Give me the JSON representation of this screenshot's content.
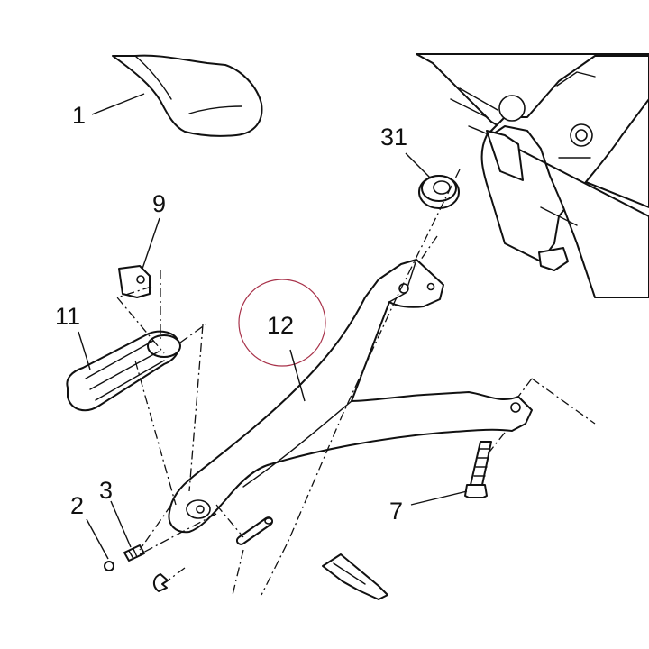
{
  "callouts": [
    {
      "id": "p1",
      "label": "1"
    },
    {
      "id": "p2",
      "label": "2"
    },
    {
      "id": "p3",
      "label": "3"
    },
    {
      "id": "p7",
      "label": "7"
    },
    {
      "id": "p9",
      "label": "9"
    },
    {
      "id": "p11",
      "label": "11"
    },
    {
      "id": "p12",
      "label": "12",
      "highlight_color": "#a8324a"
    },
    {
      "id": "p31",
      "label": "31"
    }
  ]
}
